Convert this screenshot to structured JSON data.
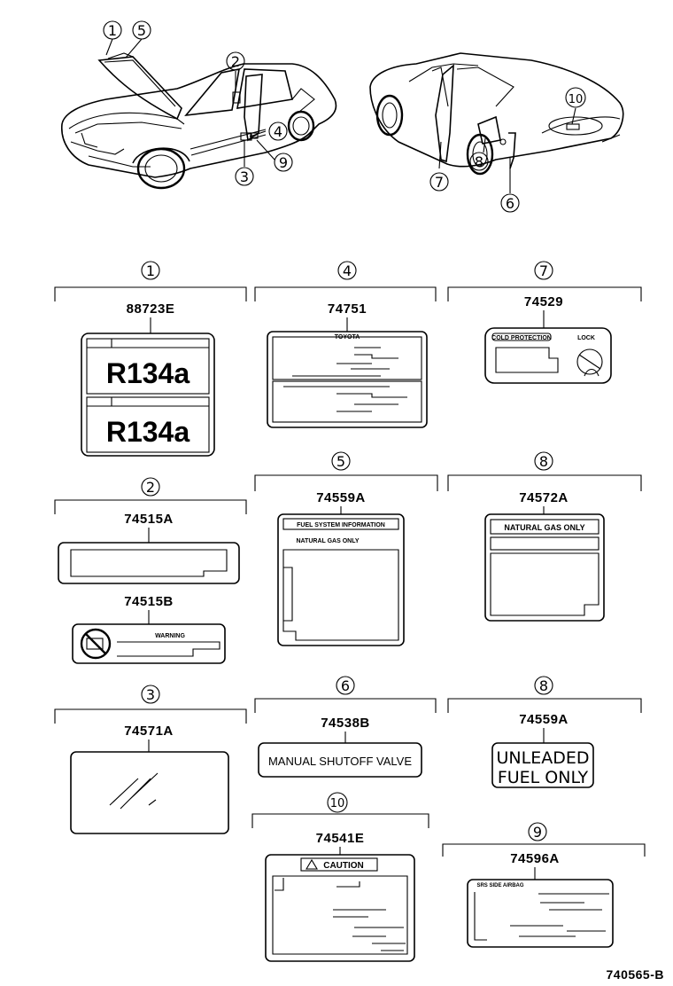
{
  "callouts": [
    "1",
    "2",
    "3",
    "4",
    "5",
    "6",
    "7",
    "8",
    "9",
    "10"
  ],
  "sections": [
    {
      "id": "1",
      "parts": [
        "88723E"
      ]
    },
    {
      "id": "4",
      "parts": [
        "74751"
      ]
    },
    {
      "id": "7",
      "parts": [
        "74529"
      ]
    },
    {
      "id": "2",
      "parts": [
        "74515A",
        "74515B"
      ]
    },
    {
      "id": "5",
      "parts": [
        "74559A"
      ]
    },
    {
      "id": "8",
      "parts": [
        "74572A"
      ]
    },
    {
      "id": "3",
      "parts": [
        "74571A"
      ]
    },
    {
      "id": "6",
      "parts": [
        "74538B"
      ]
    },
    {
      "id": "8",
      "parts": [
        "74559A"
      ]
    },
    {
      "id": "10",
      "parts": [
        "74541E"
      ]
    },
    {
      "id": "9",
      "parts": [
        "74596A"
      ]
    }
  ],
  "label_text": {
    "r134a": "R134a",
    "toyota": "TOYOTA",
    "cold_protection": "COLD PROTECTION",
    "lock": "LOCK",
    "warning": "WARNING",
    "fuel_system_information": "FUEL SYSTEM INFORMATION",
    "natural_gas_only": "NATURAL GAS ONLY",
    "manual_shutoff_valve": "MANUAL SHUTOFF VALVE",
    "unleaded": "UNLEADED",
    "fuel_only": "FUEL ONLY",
    "caution": "CAUTION",
    "srs_airbag": "SRS SIDE AIRBAG"
  },
  "diagram_code": "740565-B"
}
